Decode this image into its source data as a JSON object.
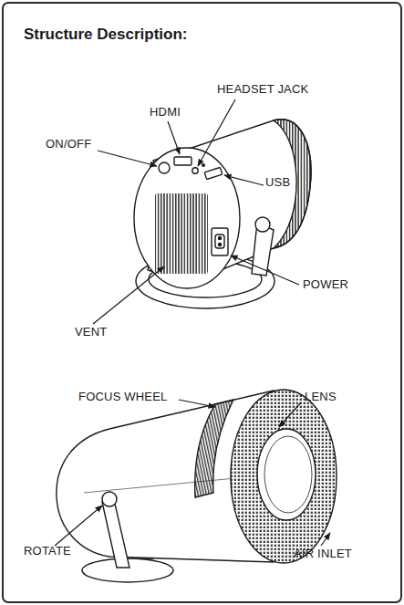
{
  "diagram": {
    "title": "Structure Description:",
    "labels": [
      "HDMI",
      "HEADSET JACK",
      "ON/OFF",
      "USB",
      "POWER",
      "VENT",
      "FOCUS WHEEL",
      "LENS",
      "ROTATE",
      "AIR INLET"
    ]
  }
}
